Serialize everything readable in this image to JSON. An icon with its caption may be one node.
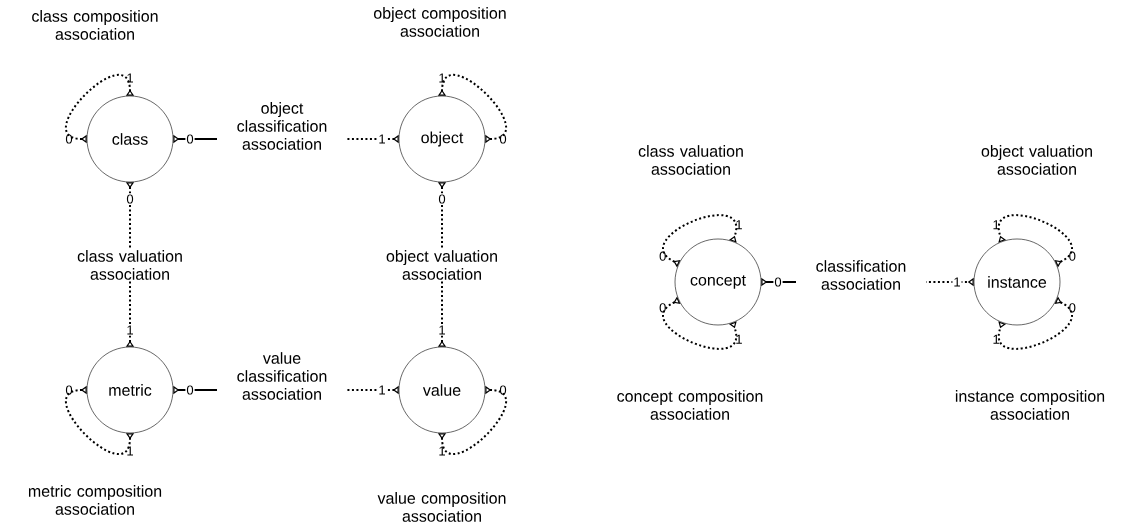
{
  "diagram": {
    "nodes": [
      {
        "text": [
          "class"
        ]
      },
      {
        "text": [
          "object"
        ]
      },
      {
        "text": [
          "metric"
        ]
      },
      {
        "text": [
          "value"
        ]
      },
      {
        "text": [
          "concept"
        ]
      },
      {
        "text": [
          "instance"
        ]
      }
    ],
    "edges": [
      {
        "from": 0,
        "to": 0,
        "arrow": "other",
        "label": "class composition association",
        "style": "dashed"
      },
      {
        "from": 0,
        "to": 1,
        "arrow": "other",
        "label": "object classification association"
      },
      {
        "from": 1,
        "to": 1,
        "arrow": "other",
        "label": "object composition association",
        "style": "dashed"
      },
      {
        "from": 0,
        "to": 2,
        "arrow": "other",
        "label": "class valuation association",
        "style": "dashed"
      },
      {
        "from": 1,
        "to": 3,
        "arrow": "other",
        "label": "object valuation association",
        "style": "dashed"
      },
      {
        "from": 2,
        "to": 3,
        "arrow": "other",
        "label": "value classification association"
      },
      {
        "from": 2,
        "to": 2,
        "arrow": "other",
        "label": "metric composition association",
        "style": "dashed"
      },
      {
        "from": 3,
        "to": 3,
        "arrow": "other",
        "label": "value composition association",
        "style": "dashed"
      },
      {
        "from": 4,
        "to": 4,
        "arrow": "other",
        "label": "class valuation association",
        "style": "dashed"
      },
      {
        "from": 5,
        "to": 5,
        "arrow": "other",
        "label": "object valuation association",
        "style": "dashed"
      },
      {
        "from": 4,
        "to": 5,
        "arrow": "other",
        "label": "classification association"
      },
      {
        "from": 4,
        "to": 4,
        "arrow": "other",
        "label": "concept composition association",
        "style": "dashed"
      },
      {
        "from": 5,
        "to": 5,
        "arrow": "other",
        "label": "instance composition association",
        "style": "dashed"
      }
    ],
    "labels": [
      "1",
      "1",
      "0",
      "0",
      "1",
      "0",
      "0",
      "0",
      "1",
      "1",
      "0",
      "0",
      "0",
      "1",
      "0",
      "0",
      "1",
      "1",
      "1",
      "1",
      "0",
      "0",
      "1",
      "0",
      "1",
      "1"
    ]
  }
}
